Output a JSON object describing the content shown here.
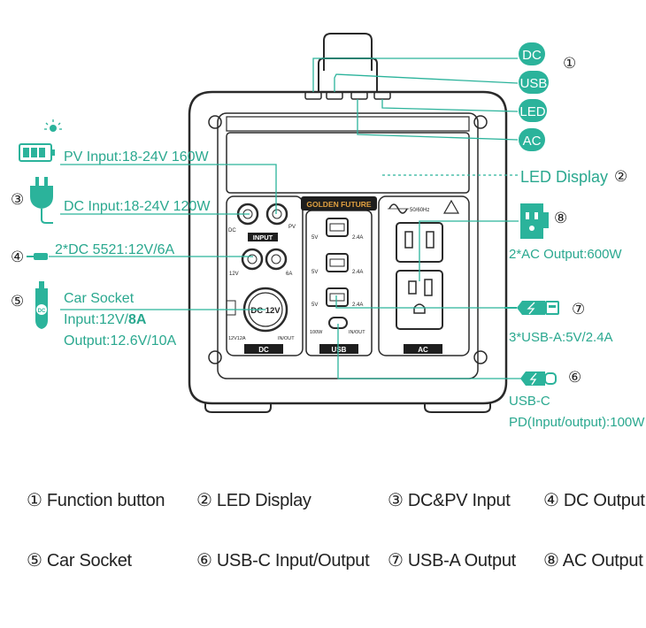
{
  "callouts": {
    "pv_input": "PV Input:18-24V 160W",
    "dc_input": "DC Input:18-24V 120W",
    "dc5521": "2*DC 5521:12V/6A",
    "car_socket_title": "Car Socket",
    "car_socket_input_prefix": "Input:12V/",
    "car_socket_input_bold": "8A",
    "car_socket_output": "Output:12.6V/10A",
    "led_display": "LED Display",
    "ac_output": "2*AC Output:600W",
    "usba": "3*USB-A:5V/2.4A",
    "usbc_line1": "USB-C",
    "usbc_line2": "PD(Input/output):100W"
  },
  "buttons": {
    "dc": "DC",
    "usb": "USB",
    "led": "LED",
    "ac": "AC"
  },
  "numbers": {
    "n1": "①",
    "n2": "②",
    "n3": "③",
    "n4": "④",
    "n5": "⑤",
    "n6": "⑥",
    "n7": "⑦",
    "n8": "⑧"
  },
  "device": {
    "brand": "GOLDEN FUTURE",
    "input_label": "INPUT",
    "dc_port": "DC",
    "pv_port": "PV",
    "v12": "12V",
    "a6": "6A",
    "car_port": "DC 12V",
    "v12_12a": "12V12A",
    "in_out": "IN/OUT",
    "dc_section": "DC",
    "v5": "5V",
    "a24": "2.4A",
    "w100": "100W",
    "usb_in_out": "IN/OUT",
    "usb_section": "USB",
    "hz": "50/60Hz",
    "ac_section": "AC"
  },
  "legend": [
    "① Function button",
    "② LED Display",
    "③ DC&PV Input",
    "④ DC Output",
    "⑤ Car Socket",
    "⑥ USB-C Input/Output",
    "⑦ USB-A Output",
    "⑧ AC Output"
  ],
  "colors": {
    "accent": "#2bb39b",
    "outline": "#2a2a2a"
  }
}
